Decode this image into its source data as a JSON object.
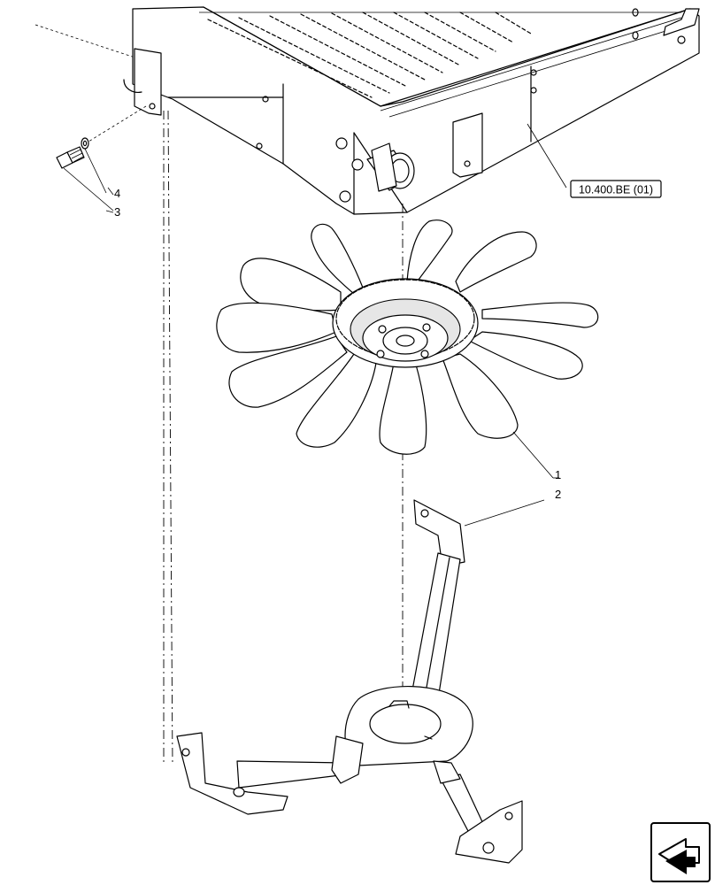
{
  "callouts": {
    "fan": "1",
    "bracket": "2",
    "bolt": "3",
    "washer": "4"
  },
  "reference": {
    "label": "10.400.BE (01)"
  },
  "icons": {
    "nav": "arrow-next-page-icon"
  }
}
